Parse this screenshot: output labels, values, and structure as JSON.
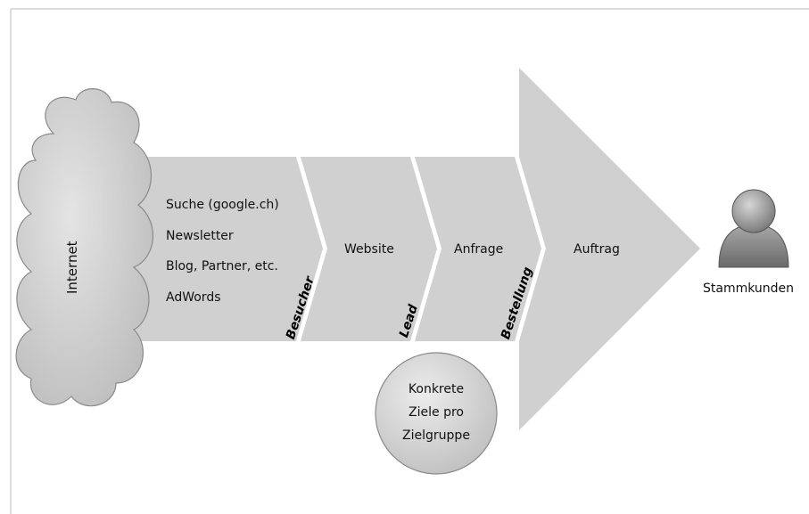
{
  "cloud": {
    "label": "Internet"
  },
  "sources": [
    "Suche (google.ch)",
    "Newsletter",
    "Blog, Partner, etc.",
    "AdWords"
  ],
  "stages": [
    {
      "name": "Website"
    },
    {
      "name": "Anfrage"
    },
    {
      "name": "Auftrag"
    }
  ],
  "transitions": [
    "Besucher",
    "Lead",
    "Bestellung"
  ],
  "goal": {
    "lines": [
      "Konkrete",
      "Ziele pro",
      "Zielgruppe"
    ]
  },
  "customer": {
    "label": "Stammkunden",
    "icon": "person-icon"
  }
}
